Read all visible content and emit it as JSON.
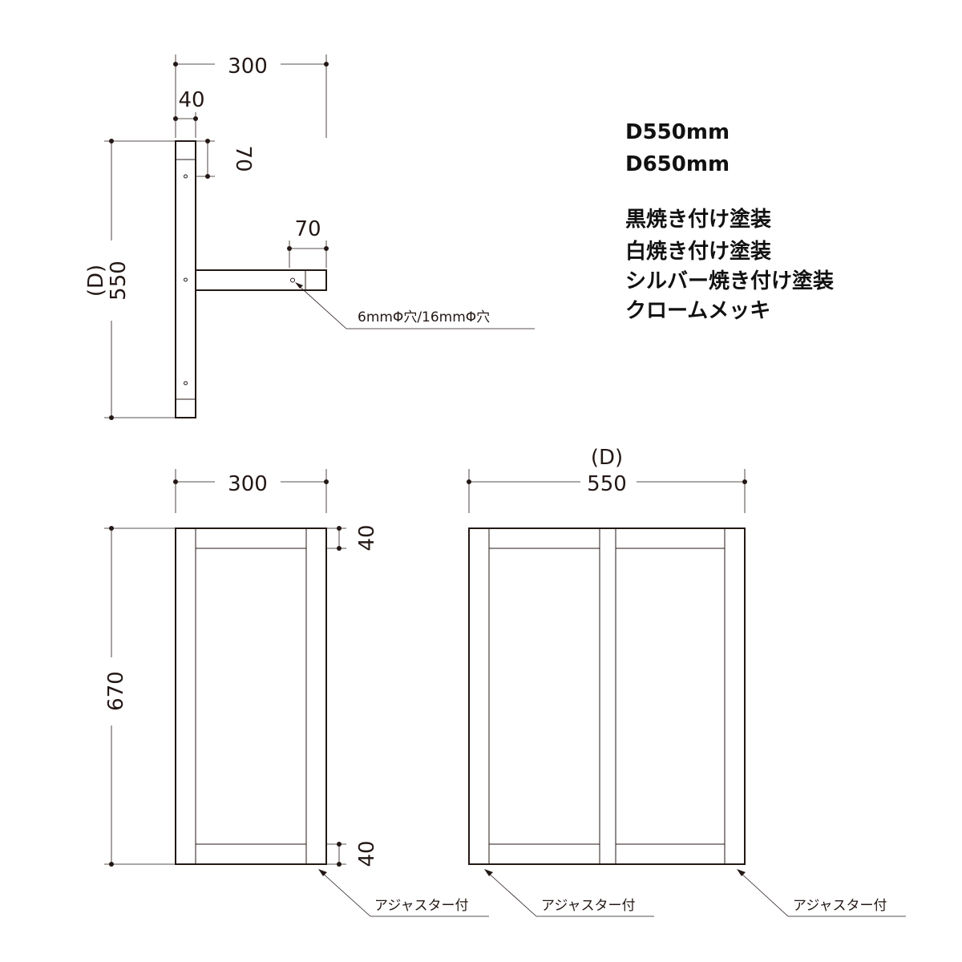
{
  "specs": {
    "sizes": [
      "D550mm",
      "D650mm"
    ],
    "finishes": [
      "黒焼き付け塗装",
      "白焼き付け塗装",
      "シルバー焼き付け塗装",
      "クロームメッキ"
    ]
  },
  "top_view": {
    "width_dim": "300",
    "post_dim": "40",
    "end_dim": "70",
    "arm_end_dim": "70",
    "depth_dim_paren": "(D)",
    "depth_dim": "550",
    "hole_note": "6mmΦ穴/16mmΦ穴"
  },
  "side_view": {
    "width_dim": "300",
    "height_dim": "670",
    "top_rail_dim": "40",
    "bottom_rail_dim": "40",
    "adjuster_note": "アジャスター付"
  },
  "front_view": {
    "depth_dim_paren": "(D)",
    "depth_dim": "550",
    "adjuster_note_left": "アジャスター付",
    "adjuster_note_right": "アジャスター付"
  }
}
